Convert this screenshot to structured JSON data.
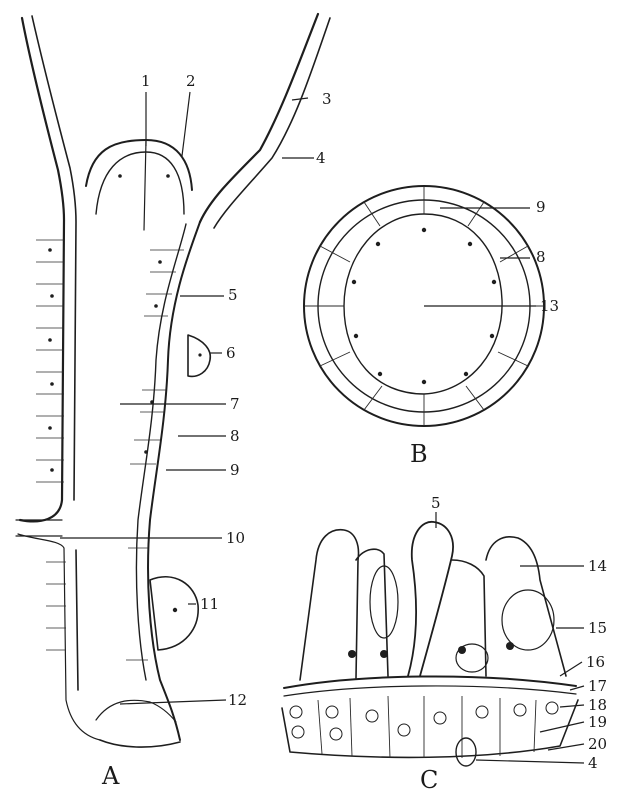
{
  "figure": {
    "panels": {
      "a": "A",
      "b": "B",
      "c": "C"
    },
    "labels_a": [
      "1",
      "2",
      "3",
      "4",
      "5",
      "6",
      "7",
      "8",
      "9",
      "10",
      "11",
      "12"
    ],
    "labels_b": [
      "9",
      "8",
      "13"
    ],
    "labels_c": [
      "5",
      "14",
      "15",
      "16",
      "17",
      "18",
      "19",
      "20",
      "4"
    ]
  },
  "colors": {
    "ink": "#1e1e1e",
    "paper": "#ffffff"
  }
}
